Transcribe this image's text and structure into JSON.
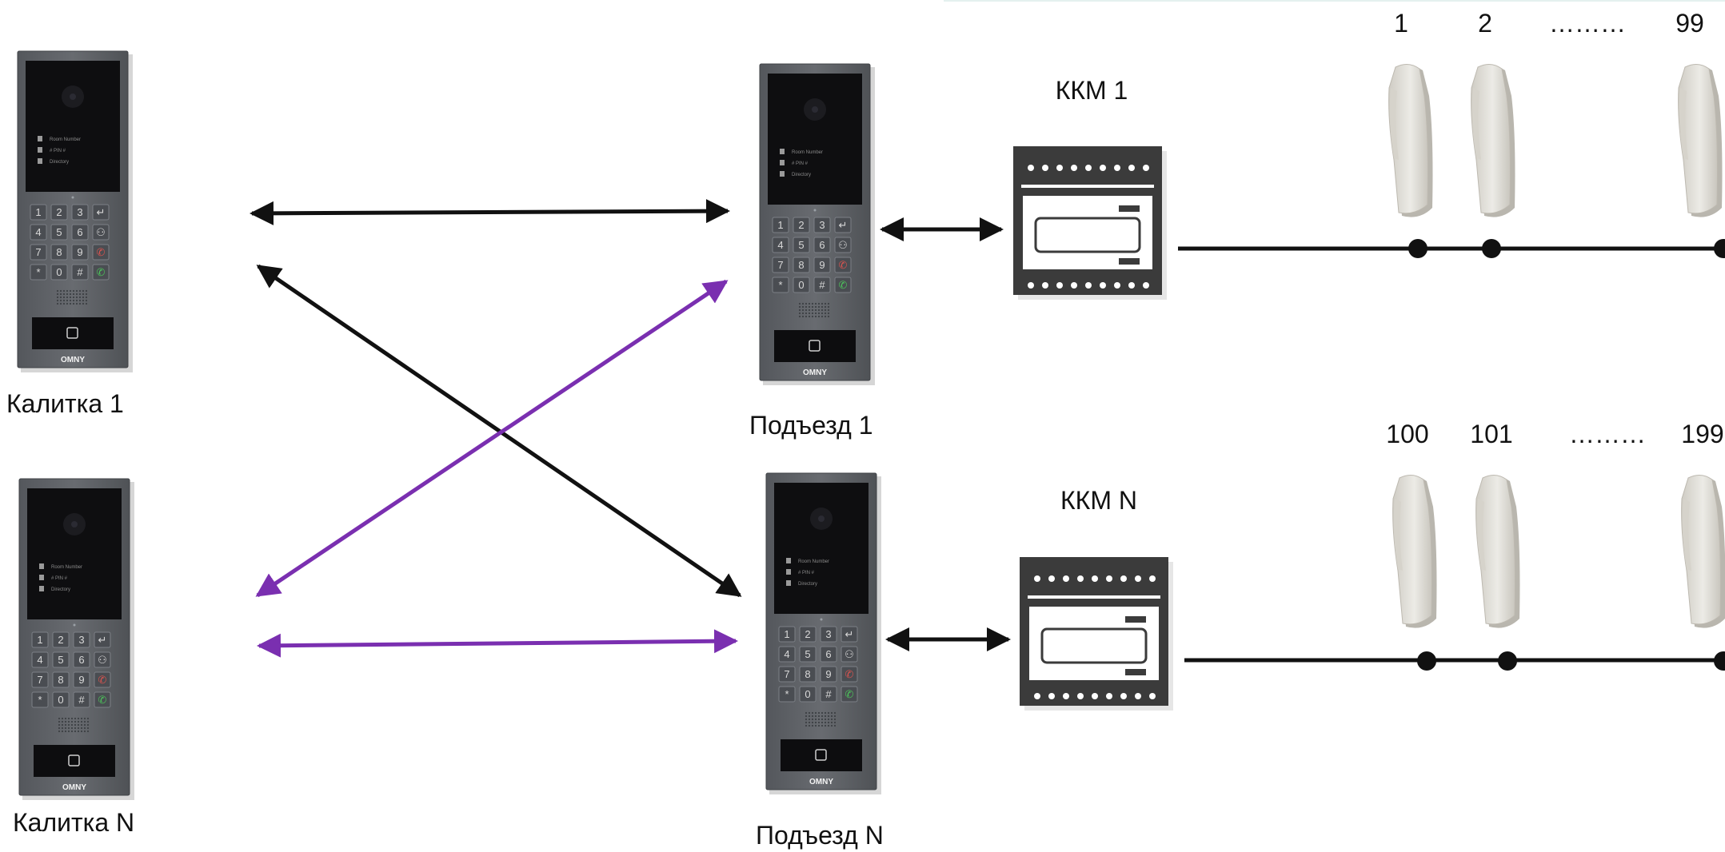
{
  "colors": {
    "black_link": "#111111",
    "purple_link": "#7a2fb0",
    "panel_body": "#5e6166",
    "panel_screen": "#0e0e10",
    "ccm_body": "#3b3b3b",
    "handset": "#dddad3"
  },
  "panels": {
    "gate_1": {
      "label": "Калитка 1",
      "brand": "OMNY"
    },
    "gate_n": {
      "label": "Калитка N",
      "brand": "OMNY"
    },
    "entrance_1": {
      "label": "Подъезд 1",
      "brand": "OMNY"
    },
    "entrance_n": {
      "label": "Подъезд N",
      "brand": "OMNY"
    }
  },
  "panel_screen": {
    "row1": "Room Number",
    "row2a": "#",
    "row2b": "PIN",
    "row2c": "#",
    "row3": "Directory"
  },
  "keypad": [
    "1",
    "2",
    "3",
    "↵",
    "4",
    "5",
    "6",
    "⚇",
    "7",
    "8",
    "9",
    "✆",
    "*",
    "0",
    "#",
    "✆"
  ],
  "ccm": {
    "top": {
      "label": "ККМ 1"
    },
    "bottom": {
      "label": "ККМ N"
    }
  },
  "handsets": {
    "top": {
      "numbers": [
        "1",
        "2",
        "99"
      ],
      "ellipsis": "………"
    },
    "bottom": {
      "numbers": [
        "100",
        "101",
        "199"
      ],
      "ellipsis": "………"
    }
  },
  "links": [
    {
      "from": "Калитка 1",
      "to": "Подъезд 1",
      "color": "black"
    },
    {
      "from": "Калитка 1",
      "to": "Подъезд N",
      "color": "black"
    },
    {
      "from": "Калитка N",
      "to": "Подъезд 1",
      "color": "purple"
    },
    {
      "from": "Калитка N",
      "to": "Подъезд N",
      "color": "purple"
    },
    {
      "from": "Подъезд 1",
      "to": "ККМ 1",
      "color": "black"
    },
    {
      "from": "Подъезд N",
      "to": "ККМ N",
      "color": "black"
    }
  ]
}
